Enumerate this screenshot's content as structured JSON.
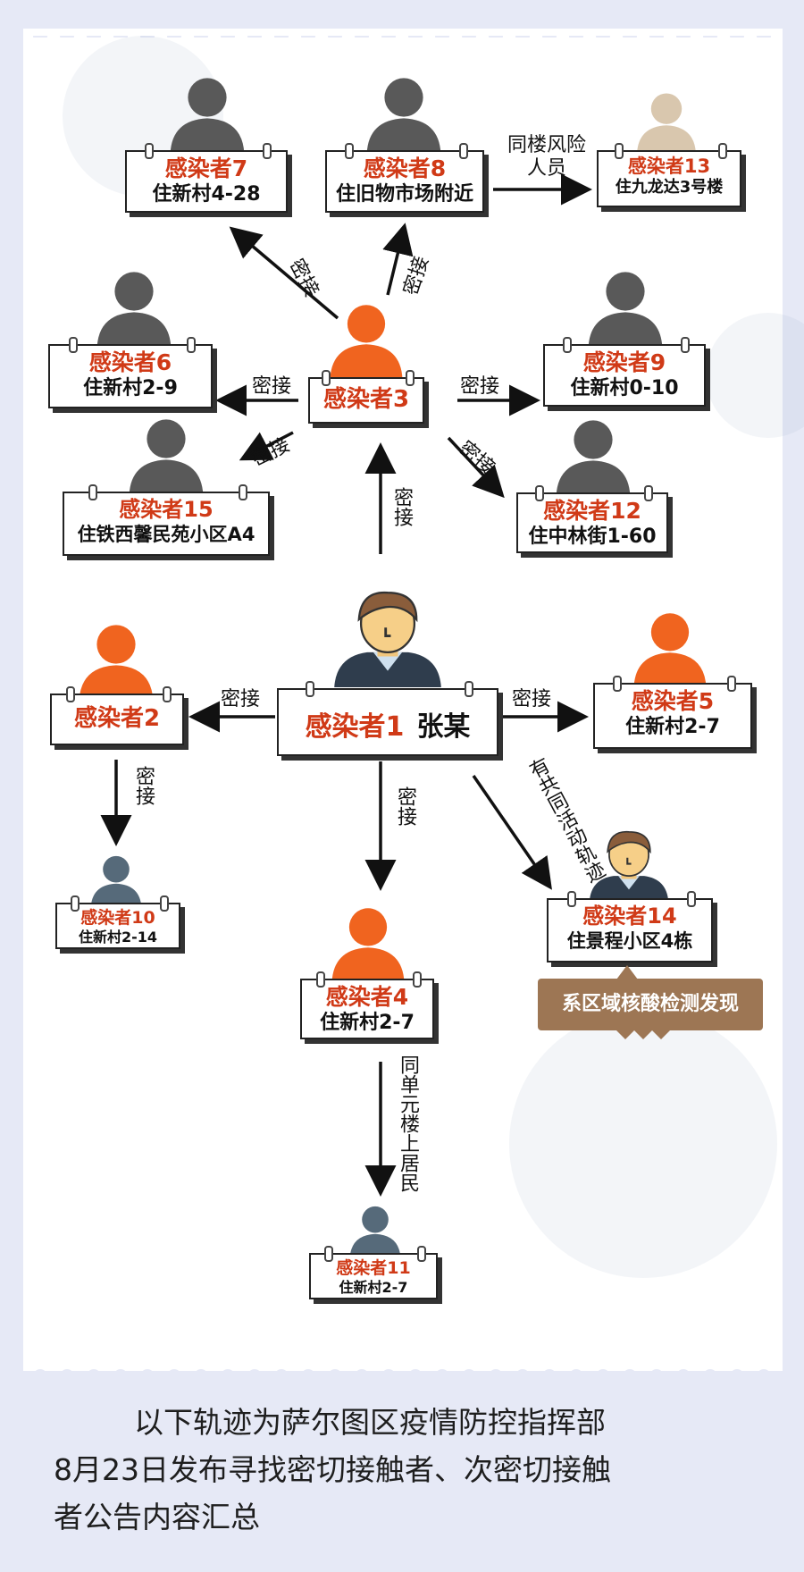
{
  "nodes": [
    {
      "id": "p1",
      "name": "感染者1",
      "extra": "张某",
      "addr": ""
    },
    {
      "id": "p2",
      "name": "感染者2",
      "addr": ""
    },
    {
      "id": "p3",
      "name": "感染者3",
      "addr": ""
    },
    {
      "id": "p4",
      "name": "感染者4",
      "addr": "住新村2-7"
    },
    {
      "id": "p5",
      "name": "感染者5",
      "addr": "住新村2-7"
    },
    {
      "id": "p6",
      "name": "感染者6",
      "addr": "住新村2-9"
    },
    {
      "id": "p7",
      "name": "感染者7",
      "addr": "住新村4-28"
    },
    {
      "id": "p8",
      "name": "感染者8",
      "addr": "住旧物市场附近"
    },
    {
      "id": "p9",
      "name": "感染者9",
      "addr": "住新村0-10"
    },
    {
      "id": "p10",
      "name": "感染者10",
      "addr": "住新村2-14"
    },
    {
      "id": "p11",
      "name": "感染者11",
      "addr": "住新村2-7"
    },
    {
      "id": "p12",
      "name": "感染者12",
      "addr": "住中林街1-60"
    },
    {
      "id": "p13",
      "name": "感染者13",
      "addr": "住九龙达3号楼"
    },
    {
      "id": "p14",
      "name": "感染者14",
      "addr": "住景程小区4栋"
    },
    {
      "id": "p15",
      "name": "感染者15",
      "addr": "住铁西馨民苑小区A4"
    }
  ],
  "edges": [
    {
      "from": "p1",
      "to": "p3",
      "label": "密接"
    },
    {
      "from": "p1",
      "to": "p2",
      "label": "密接"
    },
    {
      "from": "p1",
      "to": "p5",
      "label": "密接"
    },
    {
      "from": "p1",
      "to": "p4",
      "label": "密接"
    },
    {
      "from": "p1",
      "to": "p14",
      "label": "有共同活动轨迹"
    },
    {
      "from": "p2",
      "to": "p10",
      "label": "密接"
    },
    {
      "from": "p3",
      "to": "p7",
      "label": "密接"
    },
    {
      "from": "p3",
      "to": "p8",
      "label": "密接"
    },
    {
      "from": "p3",
      "to": "p6",
      "label": "密接"
    },
    {
      "from": "p3",
      "to": "p9",
      "label": "密接"
    },
    {
      "from": "p3",
      "to": "p15",
      "label": "密接"
    },
    {
      "from": "p3",
      "to": "p12",
      "label": "密接"
    },
    {
      "from": "p8",
      "to": "p13",
      "label": "同楼风险人员"
    },
    {
      "from": "p4",
      "to": "p11",
      "label": "同单元楼上居民"
    }
  ],
  "note": "系区域核酸检测发现",
  "caption": {
    "line1": "以下轨迹为萨尔图区疫情防控指挥部",
    "line2": "8月23日发布寻找密切接触者、次密切接触",
    "line3": "者公告内容汇总"
  },
  "colors": {
    "case_label": "#d03a17",
    "orange_person": "#f0641f",
    "gray_person": "#595959",
    "slate_person": "#566a7a",
    "beige_person": "#d9c7ae",
    "note_bg": "#9d7654"
  },
  "icons": {
    "orange": "person-orange-icon",
    "gray": "person-gray-icon",
    "slate": "person-slate-icon",
    "beige": "person-beige-icon",
    "man": "man-avatar-icon"
  }
}
